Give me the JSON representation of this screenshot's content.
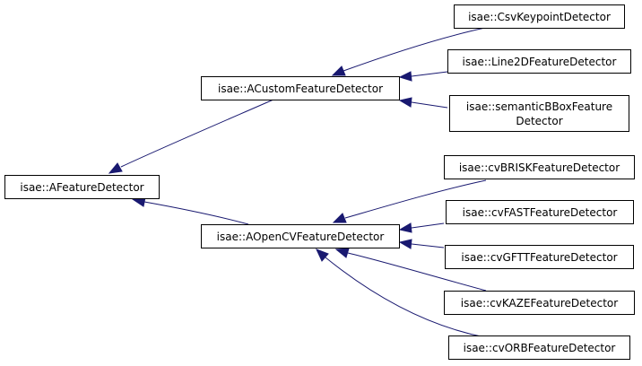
{
  "colors": {
    "edge": "#191970",
    "node_border": "#000000",
    "node_fill": "#ffffff",
    "text": "#000000"
  },
  "nodes": {
    "afeature": {
      "lines": [
        "isae::AFeatureDetector"
      ]
    },
    "acustom": {
      "lines": [
        "isae::ACustomFeatureDetector"
      ]
    },
    "aopencv": {
      "lines": [
        "isae::AOpenCVFeatureDetector"
      ]
    },
    "csvkeypoint": {
      "lines": [
        "isae::CsvKeypointDetector"
      ]
    },
    "line2d": {
      "lines": [
        "isae::Line2DFeatureDetector"
      ]
    },
    "semantic": {
      "lines": [
        "isae::semanticBBoxFeature",
        "Detector"
      ]
    },
    "brisk": {
      "lines": [
        "isae::cvBRISKFeatureDetector"
      ]
    },
    "fast": {
      "lines": [
        "isae::cvFASTFeatureDetector"
      ]
    },
    "gftt": {
      "lines": [
        "isae::cvGFTTFeatureDetector"
      ]
    },
    "kaze": {
      "lines": [
        "isae::cvKAZEFeatureDetector"
      ]
    },
    "orb": {
      "lines": [
        "isae::cvORBFeatureDetector"
      ]
    }
  },
  "edges": [
    {
      "from": "csvkeypoint",
      "to": "acustom"
    },
    {
      "from": "line2d",
      "to": "acustom"
    },
    {
      "from": "semantic",
      "to": "acustom"
    },
    {
      "from": "acustom",
      "to": "afeature"
    },
    {
      "from": "aopencv",
      "to": "afeature"
    },
    {
      "from": "brisk",
      "to": "aopencv"
    },
    {
      "from": "fast",
      "to": "aopencv"
    },
    {
      "from": "gftt",
      "to": "aopencv"
    },
    {
      "from": "kaze",
      "to": "aopencv"
    },
    {
      "from": "orb",
      "to": "aopencv"
    }
  ]
}
